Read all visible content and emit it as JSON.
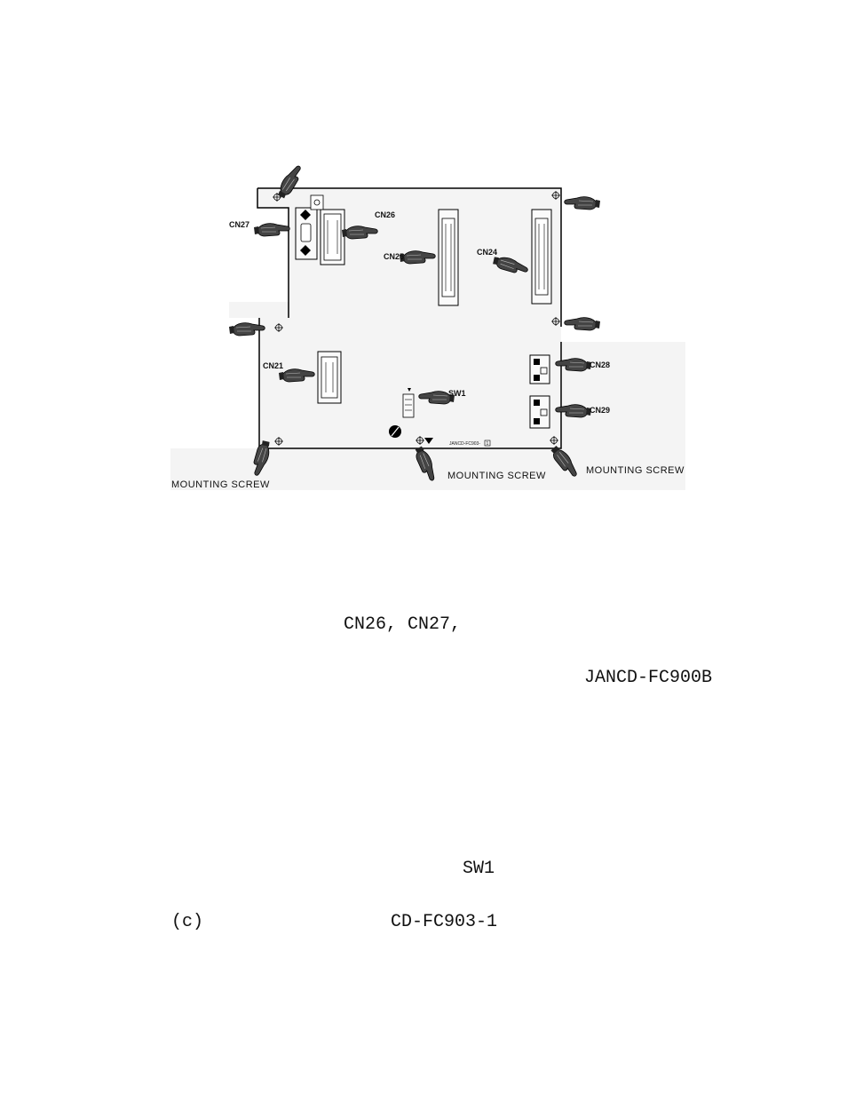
{
  "diagram": {
    "connectors": {
      "cn27": "CN27",
      "cn26": "CN26",
      "cn25": "CN25",
      "cn24": "CN24",
      "cn21": "CN21",
      "cn28": "CN28",
      "cn29": "CN29"
    },
    "switch": "SW1",
    "board_id": "JANCD-FC903-",
    "board_rev": "1",
    "mounting_labels": [
      "MOUNTING SCREW",
      "MOUNTING SCREW",
      "MOUNTING SCREW"
    ]
  },
  "text": {
    "line1": "CN26, CN27,",
    "line2": "JANCD-FC900B",
    "line3": "SW1",
    "line4_prefix": "(c)",
    "line4_model": "CD-FC903-1"
  }
}
